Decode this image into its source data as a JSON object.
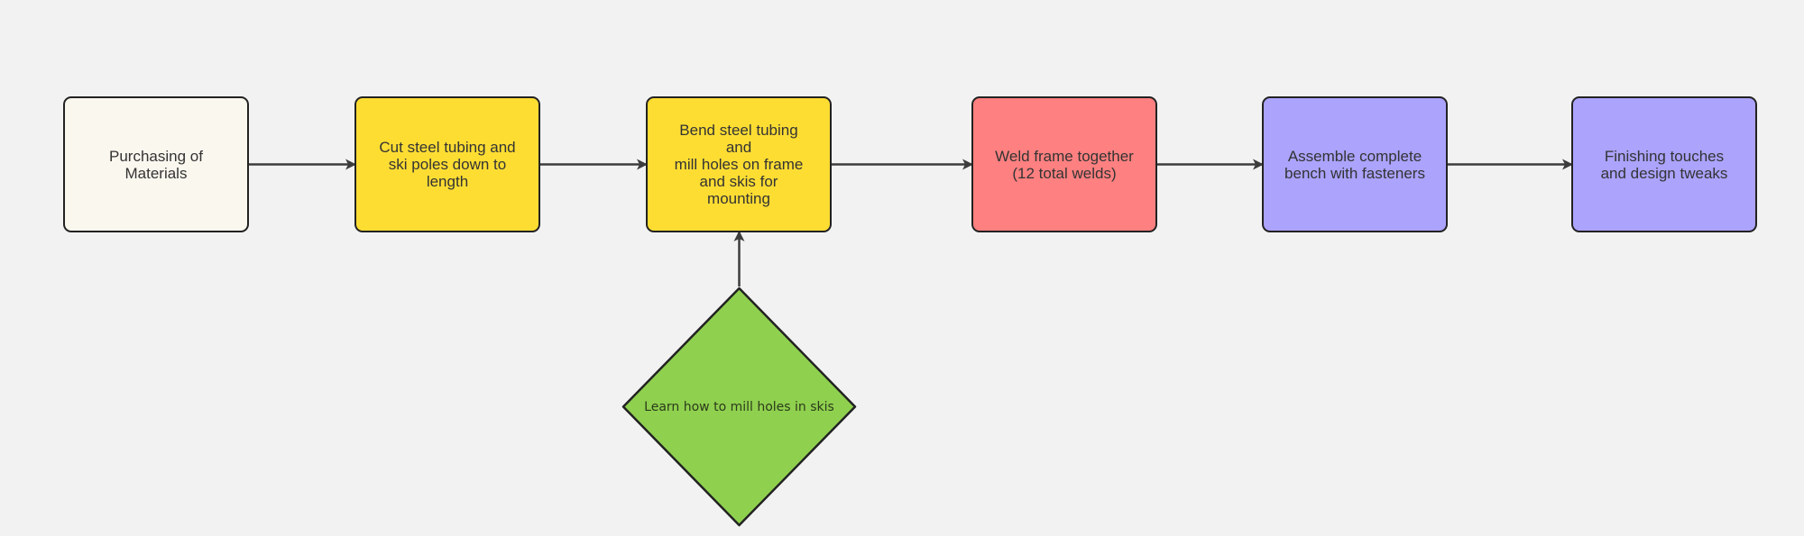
{
  "diagram": {
    "nodes": [
      {
        "id": "n1",
        "shape": "rounded-rect",
        "label": "Purchasing of\nMaterials",
        "fill": "#faf7ef"
      },
      {
        "id": "n2",
        "shape": "rounded-rect",
        "label": "Cut steel tubing and\nski poles down to\nlength",
        "fill": "#fedd33"
      },
      {
        "id": "n3",
        "shape": "rounded-rect",
        "label": "Bend steel tubing and\nmill holes on frame\nand skis for mounting",
        "fill": "#fedd33"
      },
      {
        "id": "n4",
        "shape": "rounded-rect",
        "label": "Weld frame together\n(12 total welds)",
        "fill": "#ff8080"
      },
      {
        "id": "n5",
        "shape": "rounded-rect",
        "label": "Assemble complete\nbench with fasteners",
        "fill": "#aba3fc"
      },
      {
        "id": "n6",
        "shape": "rounded-rect",
        "label": "Finishing touches\nand design tweaks",
        "fill": "#aba3fc"
      },
      {
        "id": "d1",
        "shape": "diamond",
        "label": "Learn how to mill holes in skis",
        "fill": "#8fd14f"
      }
    ],
    "edges": [
      {
        "from": "n1",
        "to": "n2"
      },
      {
        "from": "n2",
        "to": "n3"
      },
      {
        "from": "n3",
        "to": "n4"
      },
      {
        "from": "n4",
        "to": "n5"
      },
      {
        "from": "n5",
        "to": "n6"
      },
      {
        "from": "d1",
        "to": "n3"
      }
    ],
    "colors": {
      "background": "#f2f2f2",
      "stroke": "#222222",
      "connector": "#3c3c3c",
      "text": "#333333"
    }
  }
}
